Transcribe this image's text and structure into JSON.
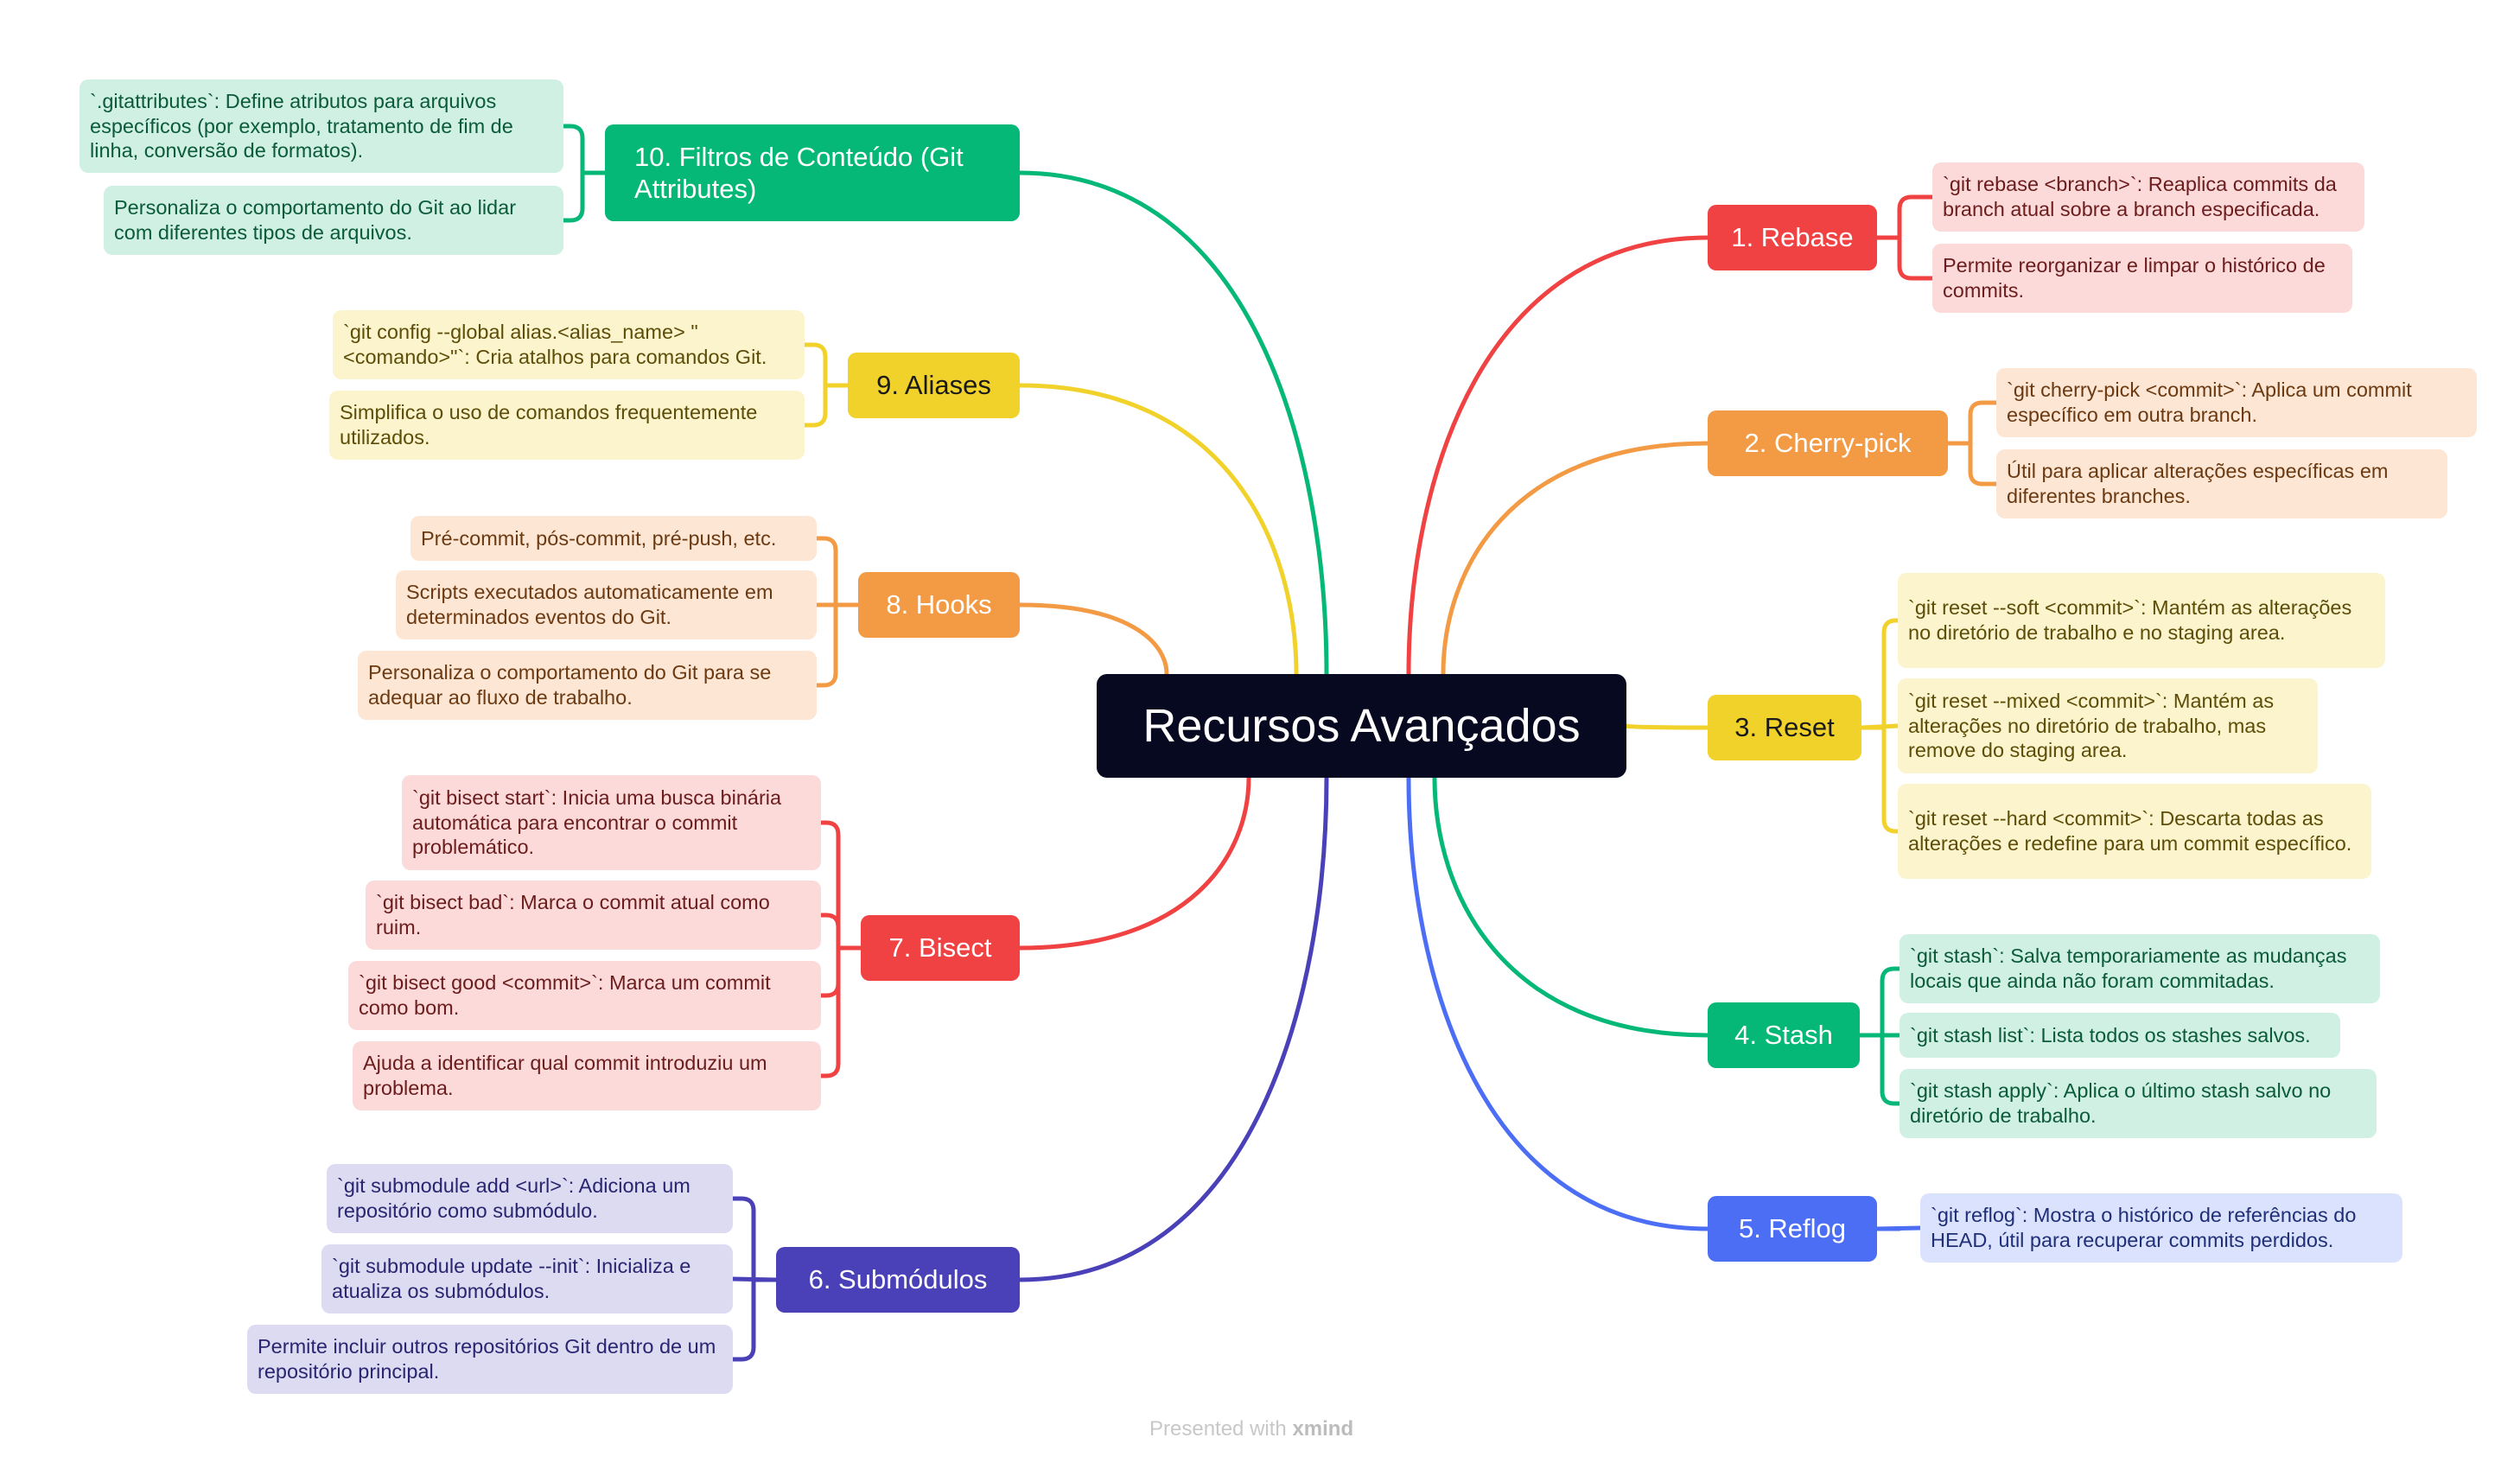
{
  "root": {
    "label": "Recursos Avançados"
  },
  "branches": [
    {
      "id": "rebase",
      "label": "1. Rebase",
      "color": "#f04242",
      "leaf_bg": "#fcdada",
      "leaf_fg": "#6b1c1c",
      "items": [
        "`git rebase <branch>`: Reaplica commits da branch atual sobre a branch especificada.",
        "Permite reorganizar e limpar o histórico de commits."
      ]
    },
    {
      "id": "cherry-pick",
      "label": "2. Cherry-pick",
      "color": "#f39a45",
      "leaf_bg": "#fde6d3",
      "leaf_fg": "#6b3a12",
      "items": [
        "`git cherry-pick <commit>`: Aplica um commit específico em outra branch.",
        "Útil para aplicar alterações específicas em diferentes branches."
      ]
    },
    {
      "id": "reset",
      "label": "3. Reset",
      "color": "#f1d22a",
      "leaf_bg": "#fcf4cc",
      "leaf_fg": "#5c4d08",
      "items": [
        "`git reset --soft <commit>`: Mantém as alterações no diretório de trabalho e no staging area.",
        "`git reset --mixed <commit>`: Mantém as alterações no diretório de trabalho, mas remove do staging area.",
        "`git reset --hard <commit>`: Descarta todas as alterações e redefine para um commit específico."
      ]
    },
    {
      "id": "stash",
      "label": "4. Stash",
      "color": "#05b877",
      "leaf_bg": "#cff0e2",
      "leaf_fg": "#0b5a3c",
      "items": [
        "`git stash`: Salva temporariamente as mudanças locais que ainda não foram commitadas.",
        "`git stash list`: Lista todos os stashes salvos.",
        "`git stash apply`: Aplica o último stash salvo no diretório de trabalho."
      ]
    },
    {
      "id": "reflog",
      "label": "5. Reflog",
      "color": "#4c6ef5",
      "leaf_bg": "#dbe2fd",
      "leaf_fg": "#1f2f78",
      "items": [
        "`git reflog`: Mostra o histórico de referências do HEAD, útil para recuperar commits perdidos."
      ]
    },
    {
      "id": "submodulos",
      "label": "6. Submódulos",
      "color": "#4a40b8",
      "leaf_bg": "#dcdbf2",
      "leaf_fg": "#2a2570",
      "items": [
        "`git submodule add <url>`: Adiciona um repositório como submódulo.",
        "`git submodule update --init`: Inicializa e atualiza os submódulos.",
        "Permite incluir outros repositórios Git dentro de um repositório principal."
      ]
    },
    {
      "id": "bisect",
      "label": "7. Bisect",
      "color": "#f04242",
      "leaf_bg": "#fcdada",
      "leaf_fg": "#6b1c1c",
      "items": [
        "`git bisect start`: Inicia uma busca binária automática para encontrar o commit problemático.",
        "`git bisect bad`: Marca o commit atual como ruim.",
        "`git bisect good <commit>`: Marca um commit como bom.",
        "Ajuda a identificar qual commit introduziu um problema."
      ]
    },
    {
      "id": "hooks",
      "label": "8. Hooks",
      "color": "#f39a45",
      "leaf_bg": "#fde6d3",
      "leaf_fg": "#6b3a12",
      "items": [
        "Pré-commit, pós-commit, pré-push, etc.",
        "Scripts executados automaticamente em determinados eventos do Git.",
        "Personaliza o comportamento do Git para se adequar ao fluxo de trabalho."
      ]
    },
    {
      "id": "aliases",
      "label": "9. Aliases",
      "color": "#f1d22a",
      "leaf_bg": "#fcf4cc",
      "leaf_fg": "#5c4d08",
      "items": [
        "`git config --global alias.<alias_name> \"<comando>\"`: Cria atalhos para comandos Git.",
        "Simplifica o uso de comandos frequentemente utilizados."
      ]
    },
    {
      "id": "filtros",
      "label": "10. Filtros de Conteúdo (Git Attributes)",
      "color": "#05b877",
      "leaf_bg": "#cff0e2",
      "leaf_fg": "#0b5a3c",
      "items": [
        "`.gitattributes`: Define atributos para arquivos específicos (por exemplo, tratamento de fim de linha, conversão de formatos).",
        "Personaliza o comportamento do Git ao lidar com diferentes tipos de arquivos."
      ]
    }
  ],
  "footer": {
    "prefix": "Presented with",
    "brand": "xmind"
  }
}
